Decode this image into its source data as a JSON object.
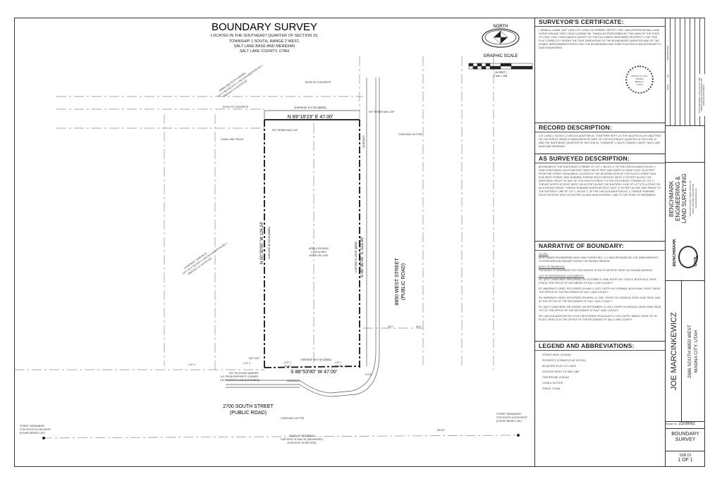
{
  "title": {
    "main": "BOUNDARY SURVEY",
    "lines": [
      "LOCATED IN THE SOUTHEAST QUARTER OF SECTION 19,",
      "TOWNSHIP 1 SOUTH, RANGE 2 WEST,",
      "SALT LAKE BASE AND MERIDIAN",
      "SALT LAKE COUNTY, UTAH"
    ]
  },
  "north": {
    "label": "NORTH",
    "icon": "north-arrow-icon"
  },
  "scale": {
    "label": "GRAPHIC SCALE",
    "unit": "( IN FEET )",
    "ratio": "1 inch = 10ft."
  },
  "drawing": {
    "bearing_north": "N 89°18'23\" E  47.00'",
    "bearing_north_deed": "N 89°40'02\" E 47.00' (DEED)",
    "bearing_west": "N 00°30'00\" W  124.24'",
    "bearing_west_deed": "N 00°19'56\" W 125.00' (DEED)",
    "bearing_east": "S 00°30'00\" E  123.90'",
    "bearing_east_deed": "S 00°19'56\" E 125.00' (DEED)",
    "bearing_south": "S 88°53'00\" W  47.00'",
    "bearing_south_deed": "S 89°40'02\" W 47.00' (DEED)",
    "edge_concrete_1": "EDGE OF CONCRETE",
    "edge_concrete_2": "EDGE OF CONCRETE",
    "chain_fence": "CHAIN LINK FENCE",
    "rebar_1": "SET REBAR AND CAP",
    "rebar_2": "SET REBAR AND CAP",
    "curb_gutter_1": "CURB AND GUTTER",
    "curb_gutter_2": "CURB AND GUTTER",
    "sidewalk_1": "SIDEWALK",
    "sidewalk_2": "SIDEWALK",
    "area": [
      "AREA CONTAINS",
      "0.134 ACRES",
      "MORE OR LESS"
    ],
    "street_east": [
      "8850 WEST STREET",
      "(PUBLIC ROAD)"
    ],
    "street_south": [
      "2700 SOUTH STREET",
      "(PUBLIC ROAD)"
    ],
    "owner_north": [
      "BRIAN AND RUTH LARSEN",
      "LOT 4 BLK BLOCK 2, LINCOLN ADDITION NO 1",
      "PARCEL# 14-19-476-018"
    ],
    "owner_west": [
      "GONZALEZ, SAMUEL D.",
      "LOT 3 & 4, BLOCK 2, LINCOLN ADDITION NO 1",
      "PARCEL# 14-19-476-019"
    ],
    "not_set": "NOT SET",
    "lot_4": "LOT 4",
    "lot_3": "LOT 3",
    "lot_2": "LOT 2",
    "lot_1": "LOT 1",
    "lot_2_dim": "25.00'",
    "lot_1_dim": "22.00'",
    "plug": [
      "SET PLUG AND WASHER",
      "5.0' FROM PROPERTY CORNER",
      "ON PROPERTY LINE (EXTENDED)"
    ],
    "pob": "P.O.B.",
    "dim_25": "25.0'",
    "dim_60": "60.0'",
    "dim_652": "652.57'",
    "basis": [
      "BASIS OF BEARINGS",
      "S 88°53'00\" W  2642.26' (MEASURED)",
      "(S 88°49'00\" W RECORD)"
    ],
    "monument_west": [
      "STREET MONUMENT",
      "2700 SOUTH & 9160 WEST",
      "(FOUND BRASS CAP)"
    ],
    "monument_east": [
      "STREET MONUMENT",
      "2700 SOUTH & 8740 WEST",
      "(FOUND BRASS CAP)"
    ]
  },
  "certificate": {
    "heading": "SURVEYOR'S CERTIFICATE:",
    "text": "I, BRIAN A. LINAM, SALT LAKE CITY, UTAH, DO HEREBY CERTIFY THAT I AM A PROFESSIONAL LAND SURVEYOR AND THAT I HOLD LICENSE NO. 7040531 AS PRESCRIBED BY THE LAWS OF THE STATE OF UTAH, THAT I HAVE MADE A SURVEY OF THE FOLLOWING DESCRIBED PROPERTY, THAT THIS PLAT CORRECTLY SHOWS THE TRUE DIMENSIONS OF THE BOUNDARIES SURVEYED AND OF THE VISIBLE IMPROVEMENTS AFFECTING THE BOUNDARIES AND THEIR POSITION IN RELATIONSHIP TO SAID BOUNDARIES.",
    "seal": [
      "STATE OF UTAH",
      "7040531",
      "BRIAN A.",
      "LINAM"
    ]
  },
  "record": {
    "heading": "RECORD DESCRIPTION:",
    "text": "LOT 1 AND 2, BLOCK 2, LINCOLN ADDITION #1, TOGETHER WITH 1/2 THE VACATED ALLEY ABUTTING ON THE NORTH, BEING A SUBDIVISION OF PART OF THE SOUTHEAST QUARTER OF SECTION 19 AND THE NORTHEAST QUARTER OF SECTION 30, TOWNSHIP 1 SOUTH, RANGE 2 WEST, SALT LAKE BASE AND MERIDIAN."
  },
  "surveyed": {
    "heading": "AS SURVEYED DESCRIPTION:",
    "text": "BEGINNING AT THE SOUTHEAST CORNER OF LOT 1, BLOCK 2, OF THE LINCOLN ADDITION NO 1 SAID POINT BEING SOUTH 88°53'00\" WEST 652.57 FEET AND NORTH 01°36'59\" EAST 33.00 FEET FROM THE STREET MONUMENT LOCATED AT THE INTERSECTION OF 2700 SOUTH STREET AND 8740 WEST STREET, AND RUNNING THENCE SOUTH 88°53'00\" WEST 47.00 FEET ALONG THE NORTHERLY RIGHT OF WAY OF 2700 SOUTH STREET TO THE SOUTHEAST CORNER OF LOT 3; THENCE NORTH 00°30'00\" WEST 124.24 FEET ALONG THE EASTERLY LINE OF LOT 3 TO A POINT ON AN EXISTING FENCE; THENCE RUNNING NORTH 89°18'23\" EAST 47.00 FEET ALONG SAID FENCE TO THE EASTERLY LINE OF LOT 1, BLOCK 2, OF THE LINCOLN ADDITION NO. 1; THENCE RUNNING SOUTH 00°30'00\" EAST 123.90 FEET ALONG SAID EASTERLY LINE TO THE POINT OF BEGINNING."
  },
  "narrative": {
    "heading": "NARRATIVE OF BOUNDARY:",
    "scope_title": "SCOPE:",
    "scope": "BENCHMARK ENGINEERING AND LAND SURVEYING, LLC WAS RETAINED BY JOE MARCINKEWICZ TO PERFORM A BOUNDARY SURVEY AS SHOWN HEREON.",
    "basis_title": "BASIS OF BEARINGS:",
    "basis": "THE BASIS OF BEARINGS FOR THIS SURVEY IS SOUTH 88°53'00\" WEST, AS SHOWN HEREON.",
    "docs_title": "LIST OF REFERENCED DOCUMENTS:",
    "docs": [
      "R1:   QUIT CLAIM DEED, RECORDED ON OCTOBER 8, 1998, ENTRY NO 7115714, BOOK 8121, PAGE 2708 AT THE OFFICE OF RECORDER OF SALT LAKE COUNTY.",
      "R2:   WARRANTY DEED, RECORDED ON MAY 4, 2007, ENTRY NO 10089818, BOOK 9450, PAGE 7280 AT THE OFFICE OF THE RECORDER OF SALT LAKE COUNTY.",
      "R3:   WARRANTY DEED, RECORDED ON APRIL 12, 2007, ENTRY NO 10065016, BOOK 9449, PAGE 1659 AT THE OFFICE OF THE RECORDER OF SALT LAKE COUNTY.",
      "R4:   QUIT CLAIM DEED, RECORDED ON SEPTEMBER 12, 2001, ENTRY NO 8001911, BOOK 8496, PAGE 7477 AT THE OFFICE OF THE RECORDER OF SALT LAKE COUNTY.",
      "R5:   LINCOLN ADDITION NO 1 PLAT, RECORDED ON AUGUST 8, 1916, ENTRY 368291, BOOK \"M\" OF PLATS, PAGE 11 AT THE OFFICE OF THE RECORDER OF SALT LAKE COUNTY."
    ]
  },
  "legend": {
    "heading": "LEGEND AND ABBREVIATIONS:",
    "items": [
      "STREET MON. (FOUND)",
      "PROPERTY CORNER (PLAT NOTED)",
      "ADJACENT PLAT LOT LINES",
      "EXISTING RIGHT OF WAY LINE",
      "CENTERLINE of ROAD",
      "CURB & GUTTER",
      "FENCE, CHAIN"
    ]
  },
  "title_block": {
    "rev_headers": [
      "No.",
      "DATE",
      "DESCRIPTION"
    ],
    "rev_note": "SCALE MEASURES 1 INCH ON FULL SIZE SHEETS ADJUST ACCORDINGLY FOR REDUCED SIZE SHEETS",
    "company": [
      "BENCHMARK",
      "ENGINEERING &",
      "LAND SURVEYING"
    ],
    "company_address": [
      "9138 SOUTH STATE STREET SUITE # 100",
      "SANDY, UTAH 84070  (801) 542-7192",
      "www.benchmarkcivil.com"
    ],
    "logo_text": [
      "BENCHMARK",
      "CIVIL"
    ],
    "client": "JOE MARCINKEWICZ",
    "address": [
      "2686 SOUTH 8850 WEST",
      "MAGNA CITY, UTAH"
    ],
    "project_label": "PROJECT NO.",
    "project_no": "2109092",
    "sheet_title": [
      "BOUNDARY",
      "SURVEY"
    ],
    "sheet_no": "SVB.01",
    "sheet_count": "1 OF 1"
  }
}
